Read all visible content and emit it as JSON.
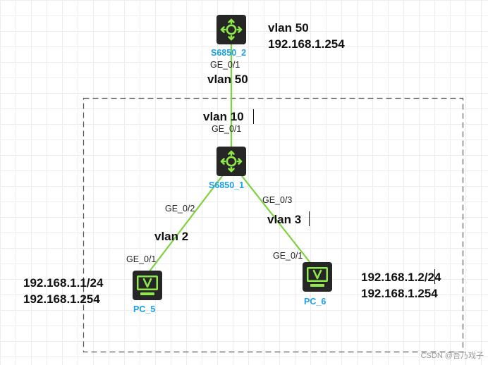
{
  "colors": {
    "link": "#7ed140",
    "device_bg": "#262626",
    "device_icon": "#8ee84a",
    "device_name": "#1aa0e6",
    "boundary": "#555555"
  },
  "devices": {
    "s2": {
      "name": "S6850_2",
      "icon": "switch-icon"
    },
    "s1": {
      "name": "S6850_1",
      "icon": "switch-icon"
    },
    "pc5": {
      "name": "PC_5",
      "icon": "pc-icon"
    },
    "pc6": {
      "name": "PC_6",
      "icon": "pc-icon"
    }
  },
  "labels": {
    "s2_vlan": "vlan 50",
    "s2_ip": "192.168.1.254",
    "s2_port": "GE_0/1",
    "link_top_vlan": "vlan 50",
    "s1_vlan": "vlan 10",
    "s1_top_port": "GE_0/1",
    "s1_left_port": "GE_0/2",
    "s1_right_port": "GE_0/3",
    "left_vlan": "vlan 2",
    "right_vlan": "vlan 3",
    "pc5_port": "GE_0/1",
    "pc6_port": "GE_0/1",
    "pc5_ip": "192.168.1.1/24",
    "pc5_gateway": "192.168.1.254",
    "pc6_ip": "192.168.1.2/24",
    "pc6_gateway": "192.168.1.254"
  },
  "watermark": "CSDN @吾乃戏子"
}
